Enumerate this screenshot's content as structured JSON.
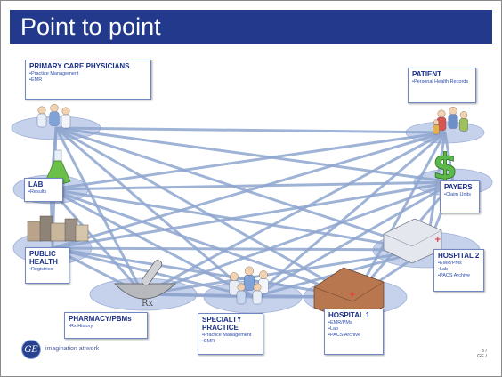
{
  "slide": {
    "title": "Point to point",
    "footer": {
      "logo_text": "GE",
      "tagline": "imagination at work",
      "page_number": "3 /",
      "page_label": "GE /"
    },
    "accent_color": "#233a8c",
    "line_color": "#8fa6cf",
    "platform_color": "#c6d2ec"
  },
  "nodes": [
    {
      "key": "pcp",
      "title": "PRIMARY CARE PHYSICIANS",
      "items": [
        "Practice Management",
        "EMR"
      ],
      "icon": "physicians-group-icon"
    },
    {
      "key": "patient",
      "title": "PATIENT",
      "items": [
        "Personal Health Records"
      ],
      "icon": "patient-family-icon"
    },
    {
      "key": "lab",
      "title": "LAB",
      "items": [
        "Results"
      ],
      "icon": "lab-flask-icon"
    },
    {
      "key": "payers",
      "title": "PAYERS",
      "items": [
        "Claim Units"
      ],
      "icon": "dollar-sign-icon"
    },
    {
      "key": "public_health",
      "title": "PUBLIC HEALTH",
      "items": [
        "Registries"
      ],
      "icon": "city-buildings-icon"
    },
    {
      "key": "hospital2",
      "title": "HOSPITAL 2",
      "items": [
        "EMR/PMs",
        "Lab",
        "PACS Archive"
      ],
      "icon": "hospital-building-icon"
    },
    {
      "key": "pharmacy",
      "title": "PHARMACY/PBMs",
      "items": [
        "Rx History"
      ],
      "icon": "mortar-pestle-icon"
    },
    {
      "key": "specialty",
      "title": "SPECIALTY PRACTICE",
      "items": [
        "Practice Management",
        "EMR"
      ],
      "icon": "specialists-group-icon"
    },
    {
      "key": "hospital1",
      "title": "HOSPITAL 1",
      "items": [
        "EMR/PMs",
        "Lab",
        "PACS Archive"
      ],
      "icon": "hospital-building-icon"
    }
  ]
}
